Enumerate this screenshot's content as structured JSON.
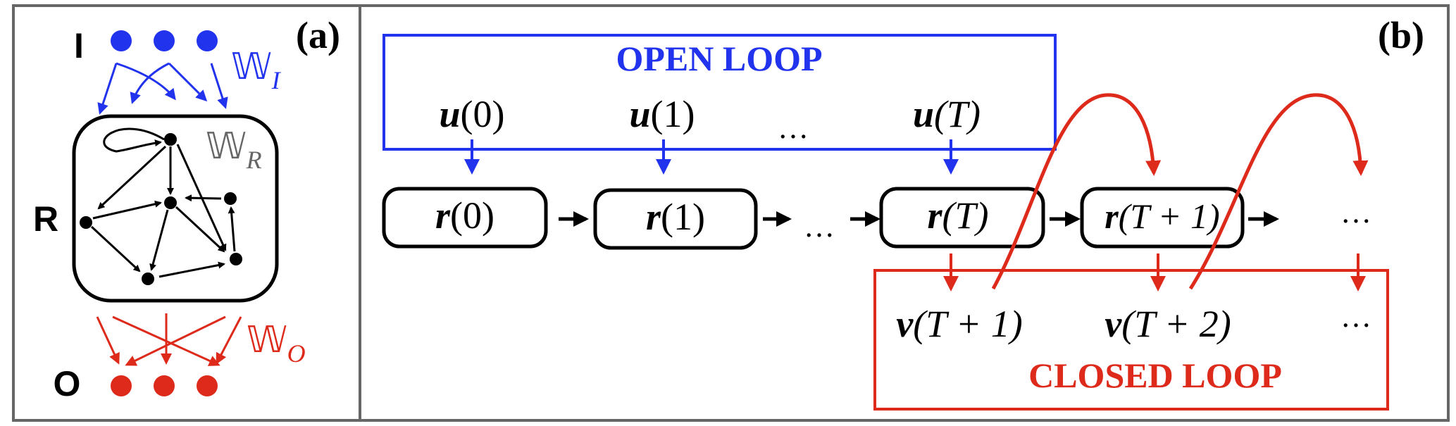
{
  "panel_a": {
    "label": "(a)",
    "input_layer_label": "I",
    "reservoir_label": "R",
    "output_layer_label": "O",
    "w_input": {
      "base": "𝕎",
      "sub": "I"
    },
    "w_reservoir": {
      "base": "𝕎",
      "sub": "R"
    },
    "w_output": {
      "base": "𝕎",
      "sub": "O"
    }
  },
  "panel_b": {
    "label": "(b)",
    "open_loop_title": "OPEN LOOP",
    "closed_loop_title": "CLOSED LOOP",
    "inputs": [
      {
        "sym": "u",
        "arg": "(0)"
      },
      {
        "sym": "u",
        "arg": "(1)"
      },
      {
        "sym": "u",
        "arg": "(T)"
      }
    ],
    "states": [
      {
        "sym": "r",
        "arg": "(0)"
      },
      {
        "sym": "r",
        "arg": "(1)"
      },
      {
        "sym": "r",
        "arg": "(T)"
      },
      {
        "sym": "r",
        "arg": "(T + 1)"
      }
    ],
    "outputs": [
      {
        "sym": "v",
        "arg": "(T + 1)"
      },
      {
        "sym": "v",
        "arg": "(T + 2)"
      }
    ],
    "ellipsis": "…"
  },
  "colors": {
    "input": "#2233ee",
    "output": "#dd2a1b",
    "frame": "#666666",
    "ink": "#000000",
    "w_reservoir": "#666666"
  }
}
